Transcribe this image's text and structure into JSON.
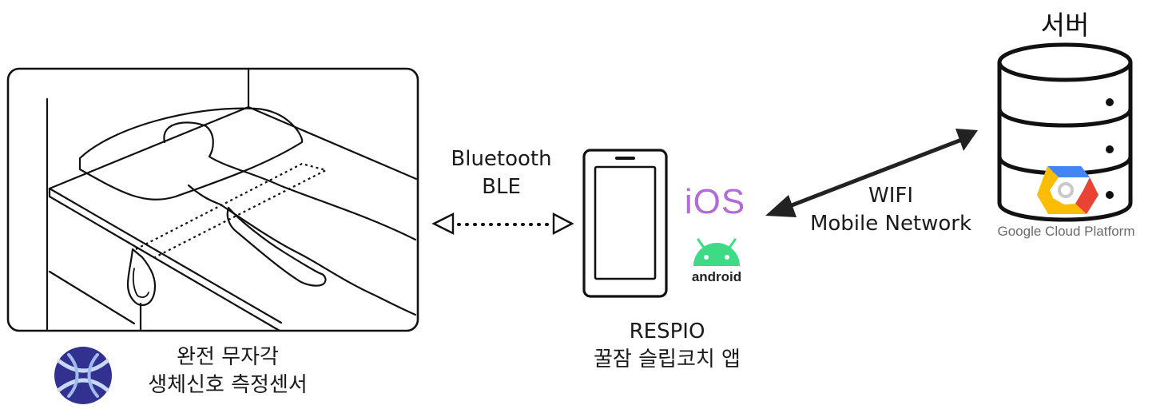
{
  "sensor": {
    "caption_line1": "완전 무자각",
    "caption_line2": "생체신호 측정센서",
    "logo_icon": "sensor-brand-logo"
  },
  "link_ble": {
    "line1": "Bluetooth",
    "line2": "BLE"
  },
  "phone": {
    "caption_line1": "RESPIO",
    "caption_line2": "꿀잠 슬립코치 앱",
    "platform_ios": "iOS",
    "platform_android": "android"
  },
  "link_network": {
    "line1": "WIFI",
    "line2": "Mobile Network"
  },
  "server": {
    "title": "서버",
    "cloud_label": "Google Cloud Platform"
  }
}
